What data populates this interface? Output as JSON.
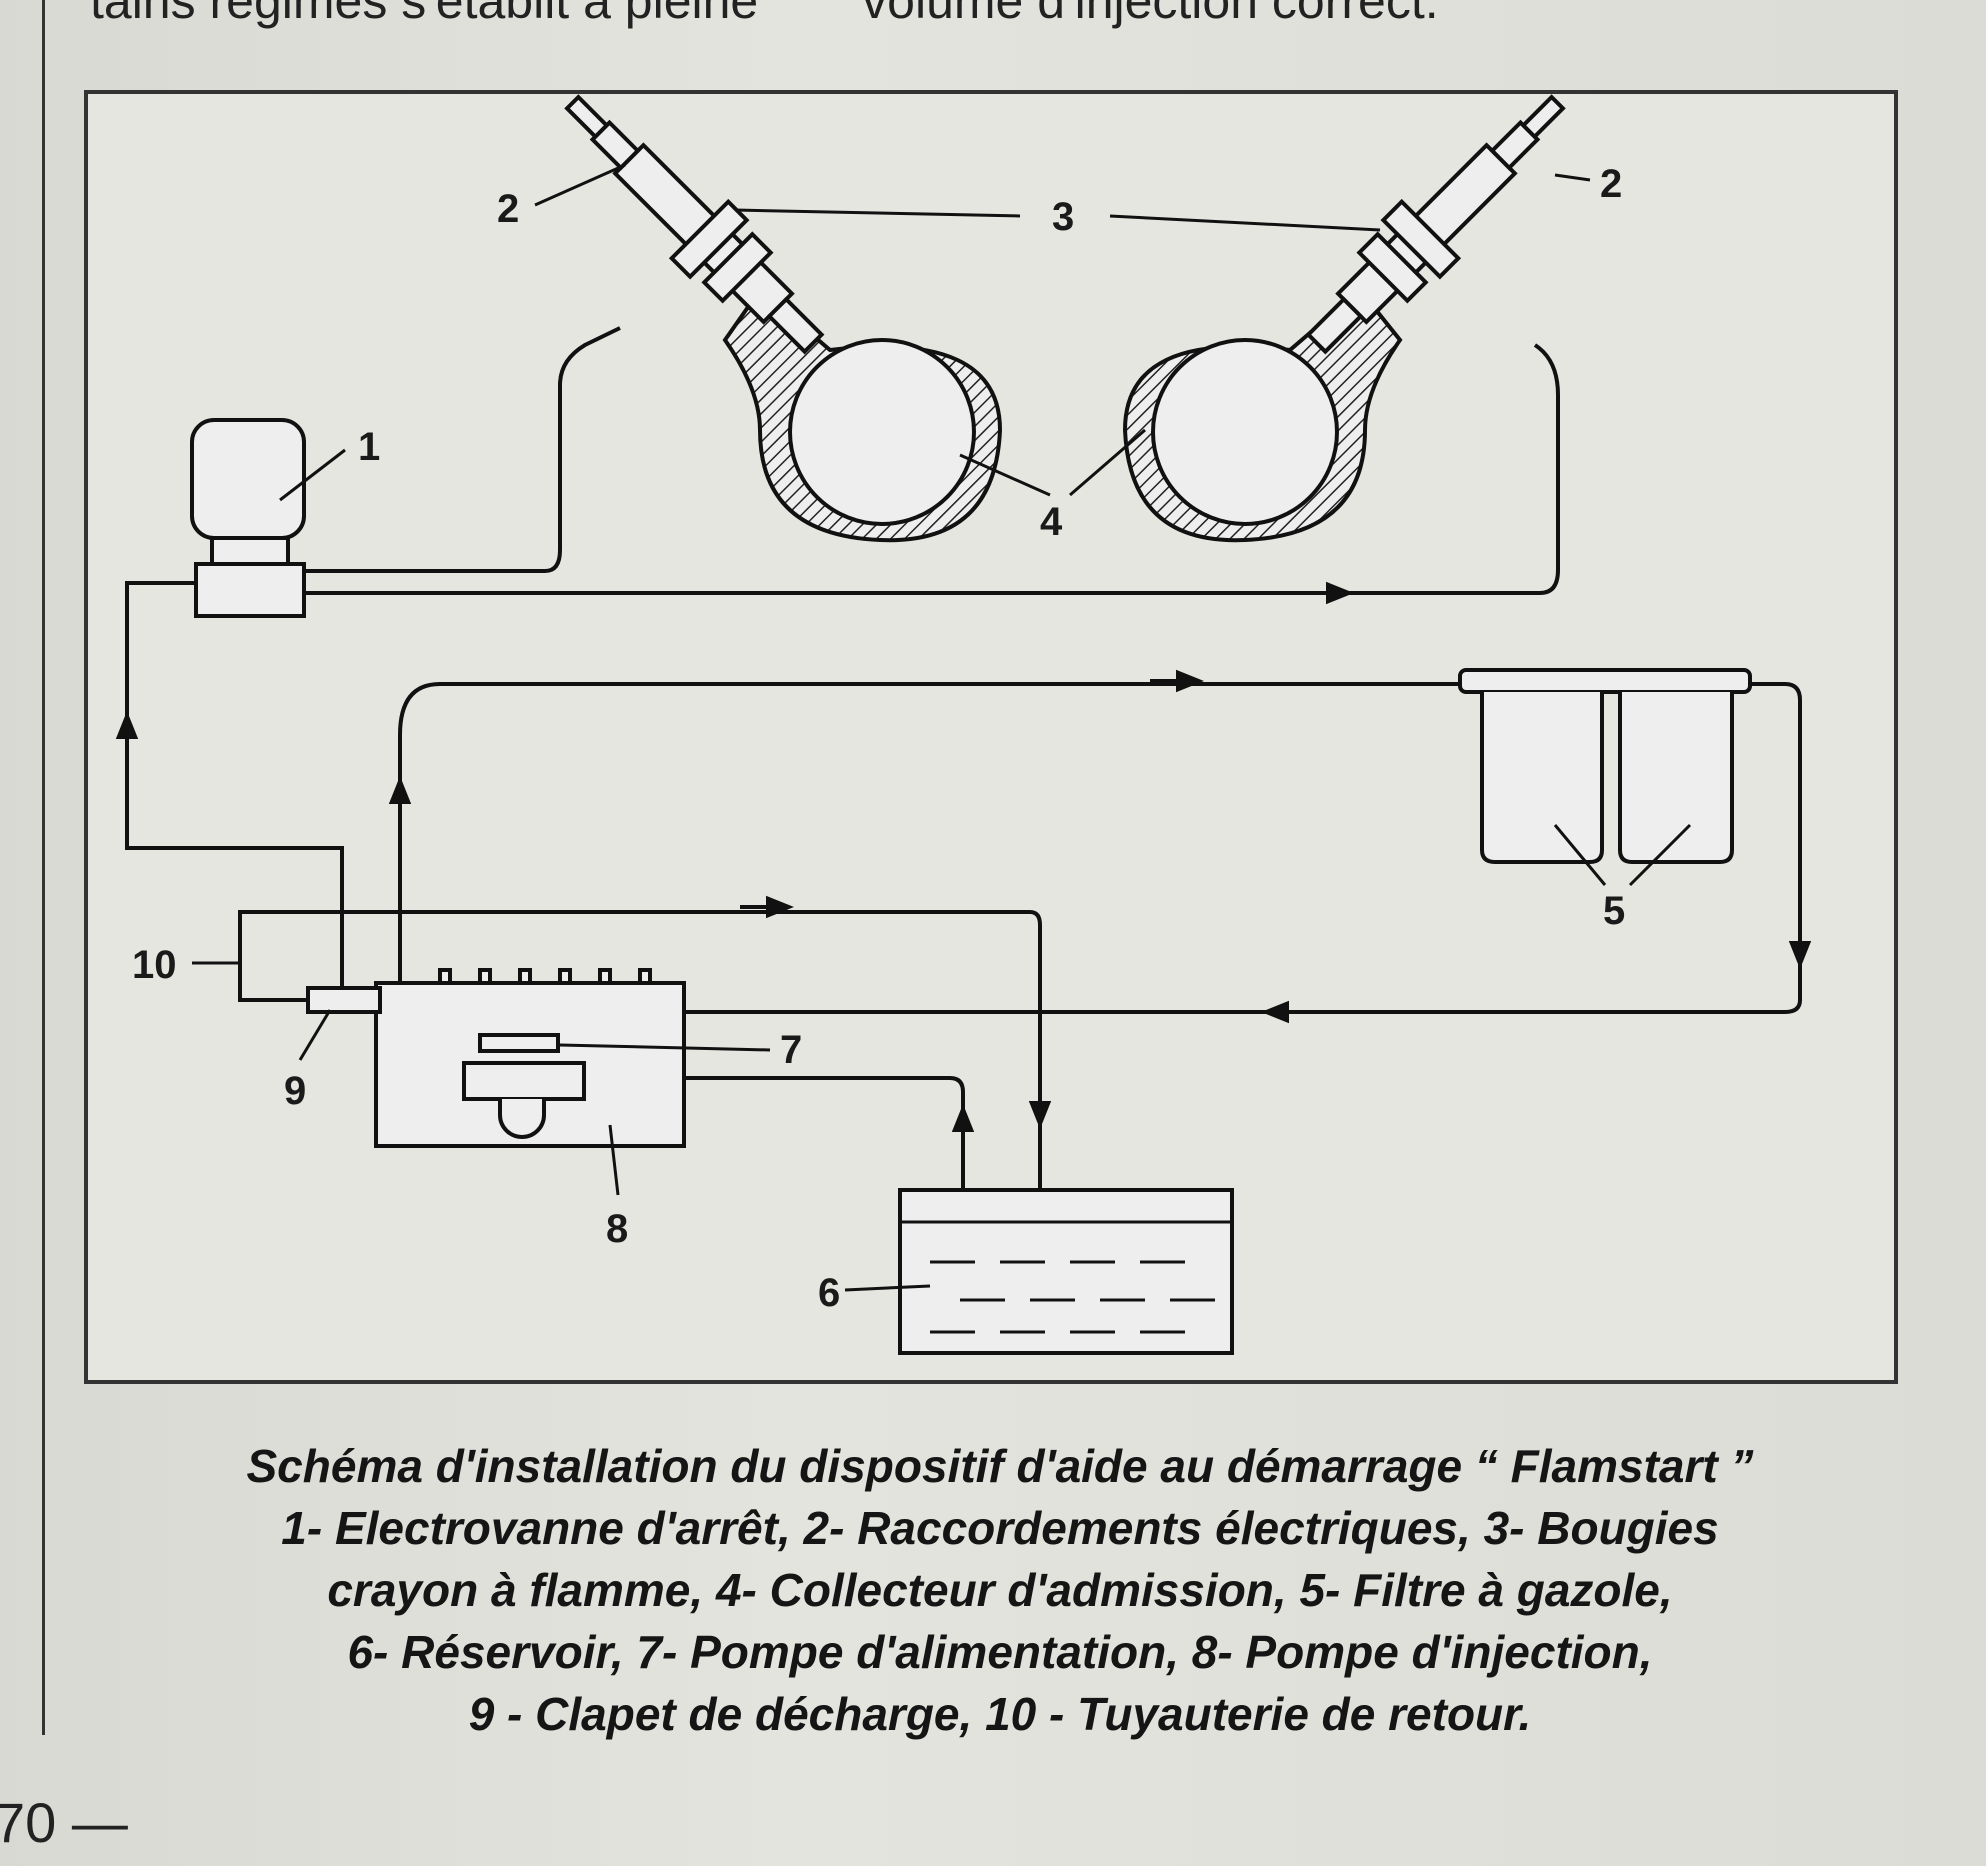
{
  "top_text": {
    "left": "tains régimes s'établit à pleine",
    "right": "volume d'injection correct."
  },
  "labels": {
    "l1": "1",
    "l2a": "2",
    "l2b": "2",
    "l3": "3",
    "l4": "4",
    "l5": "5",
    "l6": "6",
    "l7": "7",
    "l8": "8",
    "l9": "9",
    "l10": "10"
  },
  "caption": {
    "title": "Schéma d'installation du dispositif d'aide au démarrage “ Flamstart ”",
    "lines": [
      "1- Electrovanne d'arrêt, 2- Raccordements électriques, 3- Bougies",
      "crayon à flamme, 4- Collecteur d'admission, 5- Filtre à gazole,",
      "6- Réservoir, 7- Pompe d'alimentation, 8- Pompe d'injection,",
      "9 - Clapet de décharge, 10 - Tuyauterie de retour."
    ]
  },
  "page_number": "70 —"
}
